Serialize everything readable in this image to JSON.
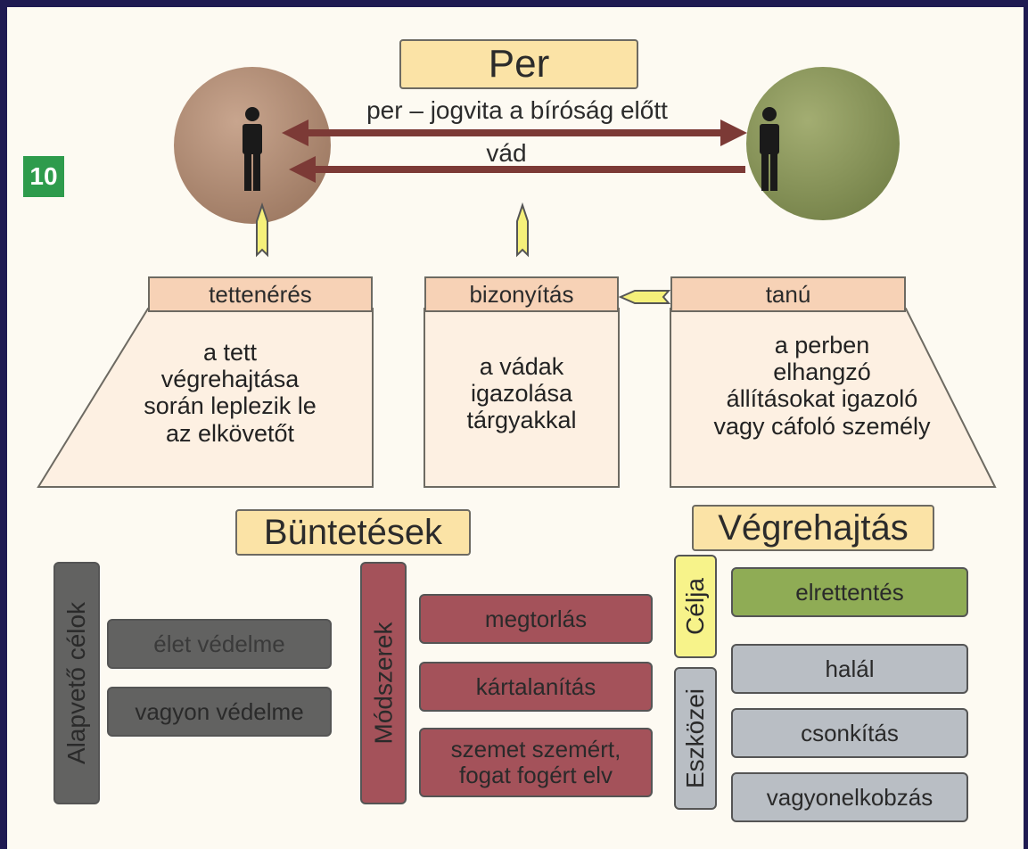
{
  "badge": "10",
  "per": {
    "title": "Per",
    "definition": "per – jogvita a bíróság előtt",
    "vad": "vád"
  },
  "cards": [
    {
      "title": "tettenérés",
      "text": "a tett\nvégrehajtása\nsorán leplezik le\naz elkövetőt"
    },
    {
      "title": "bizonyítás",
      "text": "a vádak\nigazolása\ntárgyakkal"
    },
    {
      "title": "tanú",
      "text": "a perben\nelhangzó\nállításokat igazoló\nvagy cáfoló személy"
    }
  ],
  "buntetesek": {
    "title": "Büntetések",
    "goals_label": "Alapvető célok",
    "goals": [
      "élet védelme",
      "vagyon védelme"
    ],
    "methods_label": "Módszerek",
    "methods": [
      "megtorlás",
      "kártalanítás",
      "szemet szemért,\nfogat fogért elv"
    ]
  },
  "vegrehajtas": {
    "title": "Végrehajtás",
    "purpose_label": "Célja",
    "purpose": "elrettentés",
    "tools_label": "Eszközei",
    "tools": [
      "halál",
      "csonkítás",
      "vagyonelkobzás"
    ]
  },
  "colors": {
    "frame": "#1f1b52",
    "paper": "#fdfaf2",
    "title_fill": "#fbe3a6",
    "card_header": "#f7d2b6",
    "card_body": "#fdf0e2",
    "left_circle": "#b59179",
    "right_circle": "#8d9a5d",
    "arrow": "#7c3a36",
    "badge": "#2e9b4c",
    "gray_box": "#626261",
    "maroon_box": "#a4525a",
    "green_box": "#8fac55",
    "light_gray_box": "#b9bec4",
    "yellow_box": "#f7f38a"
  }
}
